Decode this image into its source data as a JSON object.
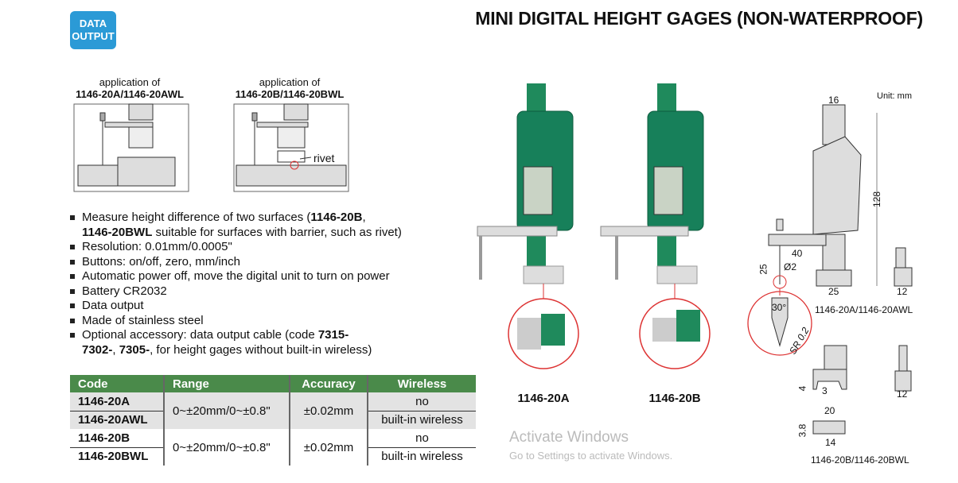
{
  "badge": {
    "line1": "DATA",
    "line2": "OUTPUT"
  },
  "title": "MINI DIGITAL HEIGHT GAGES (NON-WATERPROOF)",
  "applications": [
    {
      "caption": "application of",
      "models": "1146-20A/1146-20AWL"
    },
    {
      "caption": "application of",
      "models": "1146-20B/1146-20BWL",
      "label": "rivet"
    }
  ],
  "features": [
    {
      "pre": "Measure height difference of two surfaces (",
      "b1": "1146-20B",
      "mid": ",",
      "b2": "1146-20BWL",
      "post": " suitable for surfaces with barrier, such as rivet)"
    },
    {
      "text": "Resolution: 0.01mm/0.0005\""
    },
    {
      "text": "Buttons: on/off, zero, mm/inch"
    },
    {
      "text": "Automatic power off, move the digital unit to turn on power"
    },
    {
      "text": "Battery CR2032"
    },
    {
      "text": "Data output"
    },
    {
      "text": "Made of stainless steel"
    },
    {
      "pre": "Optional accessory: data output cable (code ",
      "b1": "7315-",
      "mid": ",",
      "b2": "7302-",
      "b3": "7305-",
      "post": ", for height gages without built-in wireless)"
    }
  ],
  "table": {
    "headers": [
      "Code",
      "Range",
      "Accuracy",
      "Wireless"
    ],
    "groups": [
      {
        "codes": [
          "1146-20A",
          "1146-20AWL"
        ],
        "range": "0~±20mm/0~±0.8\"",
        "accuracy": "±0.02mm",
        "wireless": [
          "no",
          "built-in wireless"
        ]
      },
      {
        "codes": [
          "1146-20B",
          "1146-20BWL"
        ],
        "range": "0~±20mm/0~±0.8\"",
        "accuracy": "±0.02mm",
        "wireless": [
          "no",
          "built-in wireless"
        ]
      }
    ]
  },
  "products": [
    "1146-20A",
    "1146-20B"
  ],
  "drawing": {
    "unit": "Unit: mm",
    "d16": "16",
    "d128": "128",
    "d40": "40",
    "d25a": "25",
    "d2": "Ø2",
    "d25b": "25",
    "d12a": "12",
    "d30": "30°",
    "dsr": "SR 0.2",
    "labelA": "1146-20A/1146-20AWL",
    "d4": "4",
    "d3": "3",
    "d12b": "12",
    "d20": "20",
    "d38": "3.8",
    "d14": "14",
    "labelB": "1146-20B/1146-20BWL"
  },
  "watermark": {
    "line1": "Activate Windows",
    "line2": "Go to Settings to activate Windows."
  }
}
